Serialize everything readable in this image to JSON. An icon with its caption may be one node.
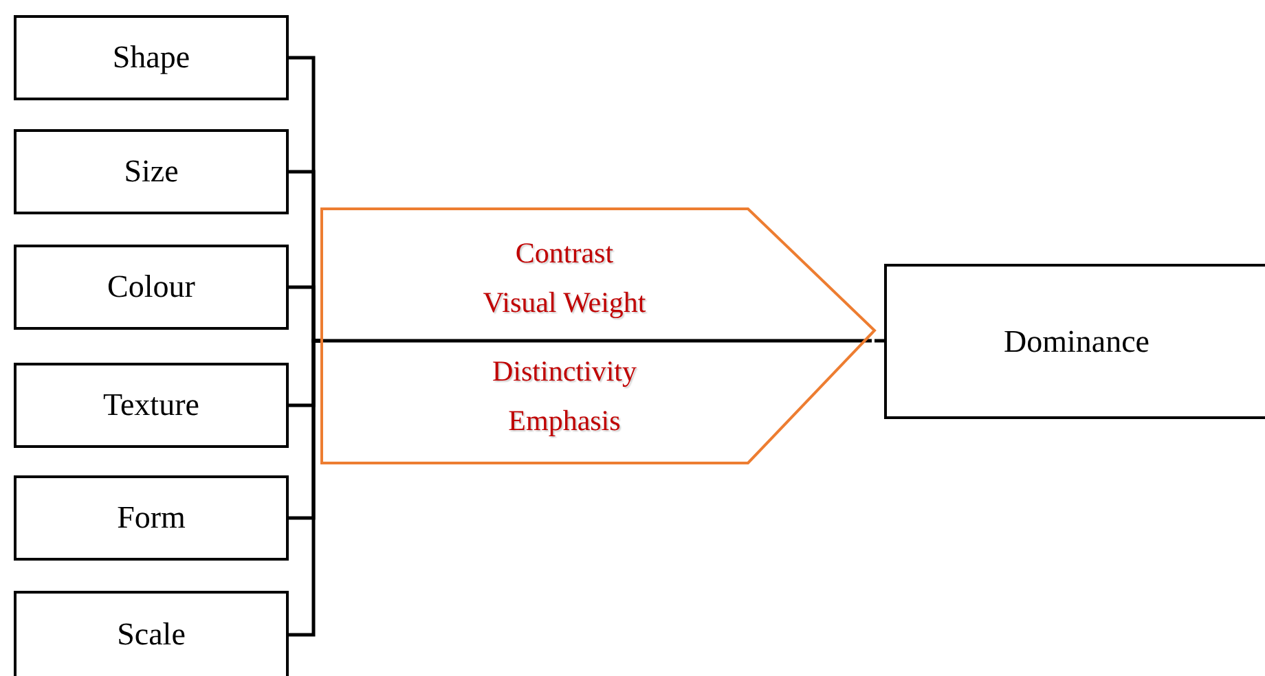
{
  "diagram": {
    "nodes": [
      {
        "text": [
          "Shape"
        ]
      },
      {
        "text": [
          "Size"
        ]
      },
      {
        "text": [
          "Colour"
        ]
      },
      {
        "text": [
          "Texture"
        ]
      },
      {
        "text": [
          "Form"
        ]
      },
      {
        "text": [
          "Scale"
        ]
      },
      {
        "text": [
          "Contrast",
          "Visual Weight",
          "Distinctivity",
          "Emphasis"
        ]
      },
      {
        "text": [
          "Dominance"
        ]
      }
    ],
    "edges": [
      {
        "from": 0,
        "to": 6,
        "arrow": "none"
      },
      {
        "from": 1,
        "to": 6,
        "arrow": "none"
      },
      {
        "from": 2,
        "to": 6,
        "arrow": "none"
      },
      {
        "from": 3,
        "to": 6,
        "arrow": "none"
      },
      {
        "from": 4,
        "to": 6,
        "arrow": "none"
      },
      {
        "from": 5,
        "to": 6,
        "arrow": "none"
      },
      {
        "from": 6,
        "to": 7,
        "arrow": "none"
      }
    ]
  }
}
